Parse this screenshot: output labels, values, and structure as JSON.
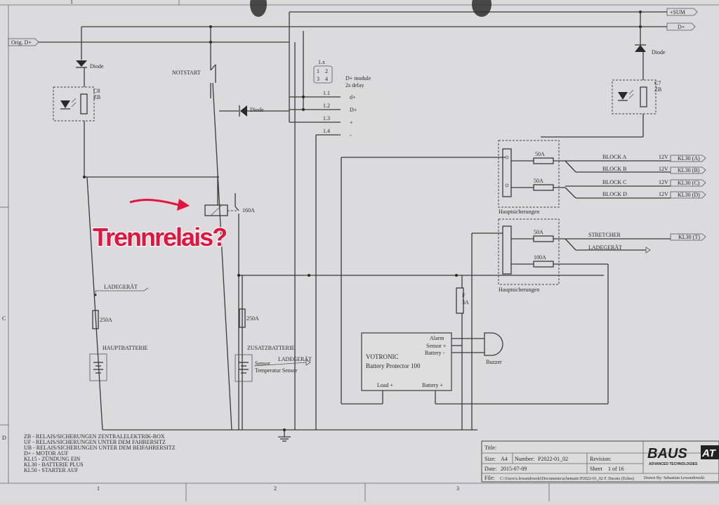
{
  "border": {
    "col_top": "1",
    "col_bottom": [
      "1",
      "2",
      "3"
    ],
    "row_c": "C",
    "row_d": "D"
  },
  "rails": {
    "sum": "+SUM",
    "dplus": "D+",
    "orig_dplus": "Orig. D+"
  },
  "components": {
    "diode_left": "Diode",
    "c8": "C8",
    "zb": "ZB",
    "notstart": "NOTSTART",
    "diode_mid": "Diode",
    "module_1x": "1.x",
    "module_pins": [
      "1",
      "2",
      "3",
      "4"
    ],
    "dplus_module": "D+ module",
    "delay": "2s delay",
    "pins": [
      "1.1",
      "1.2",
      "1.3",
      "1.4"
    ],
    "pin_signals": [
      "d+",
      "D+",
      "+",
      "-"
    ],
    "relay_160": "160A",
    "ladegeraet_left": "LADEGERÄT",
    "fuse_250_left": "250A",
    "hauptbatterie": "HAUPTBATTERIE",
    "fuse_250_mid": "250A",
    "zusatzbatterie": "ZUSATZBATTERIE",
    "sensor": "Sensor",
    "temp_sensor": "Temperatur Sensor",
    "ladegeraet_mid": "LADEGERÄT",
    "votronic": "VOTRONIC",
    "battery_protector": "Battery Protector 100",
    "alarm": "Alarm",
    "sensor_plus": "Sensor +",
    "battery_minus": "Battery -",
    "load_plus": "Load +",
    "battery_plus": "Battery +",
    "fuse_f": "F",
    "fuse_3a": "3A",
    "buzzer": "Buzzer",
    "diode_right": "Diode",
    "c7": "C7",
    "zb_right": "ZB",
    "fuse_50a_1": "50A",
    "fuse_50a_2": "50A",
    "fuse_50a_3": "50A",
    "fuse_100a": "100A",
    "hauptsicherungen_1": "Hauptsicherungen",
    "hauptsicherungen_2": "Hauptsicherungen",
    "block_a": "BLOCK A",
    "block_b": "BLOCK B",
    "block_c": "BLOCK C",
    "block_d": "BLOCK D",
    "v12": [
      "12V",
      "12V",
      "12V",
      "12V"
    ],
    "kl30": [
      "KL30 (A)",
      "KL30 (B)",
      "KL30 (C)",
      "KL30 (D)"
    ],
    "stretcher": "STRETCHER",
    "kl30_t": "KL30 (T)",
    "ladegeraet_right": "LADEGERÄT"
  },
  "annotation": {
    "text": "Trennrelais?",
    "color": "#e8123c"
  },
  "legend": [
    "ZB - RELAIS/SICHERUNGEN ZENTRALELEKTRIK-BOX",
    "UF - RELAIS/SICHERUNGEN UNTER DEM FAHRERSITZ",
    "UB - RELAIS/SICHERUNGEN UNTER DEM BEIFAHRERSITZ",
    "D+ - MOTOR AUF",
    "KL15 - ZÜNDUNG EIN",
    "KL30 - BATTERIE PLUS",
    "KL50 - STARTER AUF"
  ],
  "title_block": {
    "title_label": "Title:",
    "size_label": "Size:",
    "size": "A4",
    "number_label": "Number:",
    "number": "P2022-01_02",
    "revision_label": "Revision:",
    "date_label": "Date:",
    "date": "2015-07-09",
    "sheet_label": "Sheet",
    "sheet": "1 of 16",
    "file_label": "File:",
    "file": "C:\\Users\\s.lewandowski\\Documents\\schematic\\P2022-01_02 F. Ducato (Ecbes)",
    "drawn_by": "Drawn By: Sebastian Lewandowski",
    "logo": "BAUS",
    "logo_suffix": "AT",
    "logo_sub": "ADVANCED TECHNOLOGIES"
  }
}
